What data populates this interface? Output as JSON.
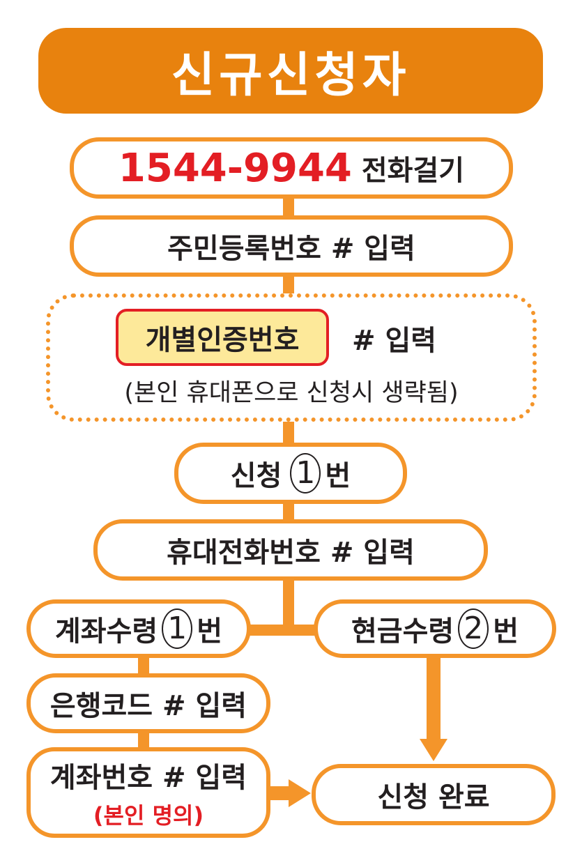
{
  "title": "신규신청자",
  "colors": {
    "header_bg": "#e8820e",
    "connector": "#f4952a",
    "accent_red": "#e31e24",
    "highlight_bg": "#fde99a",
    "text": "#231f20"
  },
  "steps": {
    "call": {
      "phone": "1544-9944",
      "label": "전화걸기"
    },
    "resident_id": {
      "label": "주민등록번호 # 입력"
    },
    "auth": {
      "highlight": "개별인증번호",
      "suffix": "# 입력",
      "note": "(본인 휴대폰으로 신청시 생략됨)"
    },
    "apply": {
      "prefix": "신청",
      "number": "1",
      "suffix": "번"
    },
    "mobile": {
      "label": "휴대전화번호 # 입력"
    },
    "branch_account": {
      "prefix": "계좌수령",
      "number": "1",
      "suffix": "번"
    },
    "branch_cash": {
      "prefix": "현금수령",
      "number": "2",
      "suffix": "번"
    },
    "bank_code": {
      "label": "은행코드 # 입력"
    },
    "account_number": {
      "label": "계좌번호 # 입력",
      "note": "(본인 명의)"
    },
    "complete": {
      "label": "신청 완료"
    }
  }
}
